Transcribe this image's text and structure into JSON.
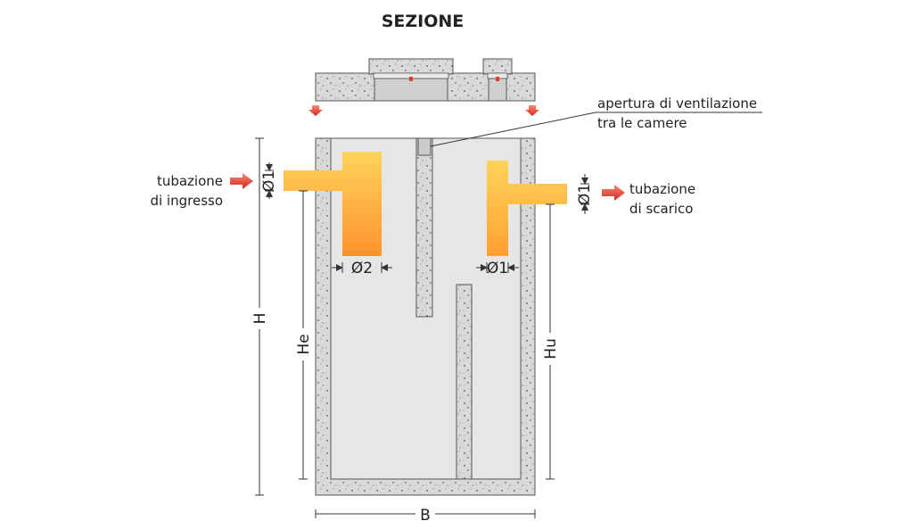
{
  "title": "SEZIONE",
  "labels": {
    "vent_line1": "apertura di ventilazione",
    "vent_line2": "tra le camere",
    "inlet_line1": "tubazione",
    "inlet_line2": "di ingresso",
    "outlet_line1": "tubazione",
    "outlet_line2": "di scarico"
  },
  "dimensions": {
    "H": "H",
    "He": "He",
    "Hu": "Hu",
    "B": "B",
    "d1_inlet": "Ø1",
    "d1_outlet": "Ø1",
    "d2": "Ø2",
    "d1_inner": "Ø1"
  },
  "colors": {
    "concrete": "#d9d9d9",
    "interior": "#e6e6e6",
    "pipe_top": "#ffc94a",
    "pipe_bottom": "#ff9a2e",
    "arrow": "#e63c2e",
    "line": "#333333"
  }
}
